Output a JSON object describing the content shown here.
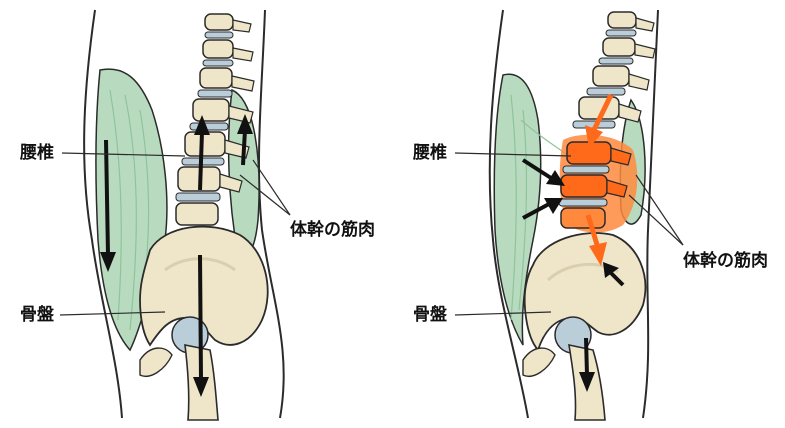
{
  "colors": {
    "bone": "#efe6c9",
    "bone_shade": "#d9cfae",
    "outline": "#2b2b2b",
    "muscle": "#b8dbbf",
    "muscle_line": "#8fc39b",
    "disc": "#b9ced9",
    "highlight": "#ff6a1a",
    "highlight_fill": "#ff8a3d",
    "arrow": "#111111"
  },
  "panels": [
    {
      "labels": {
        "lumbar": "腰椎",
        "pelvis": "骨盤",
        "trunk_muscle": "体幹の筋肉"
      }
    },
    {
      "labels": {
        "lumbar": "腰椎",
        "pelvis": "骨盤",
        "trunk_muscle": "体幹の筋肉"
      }
    }
  ]
}
